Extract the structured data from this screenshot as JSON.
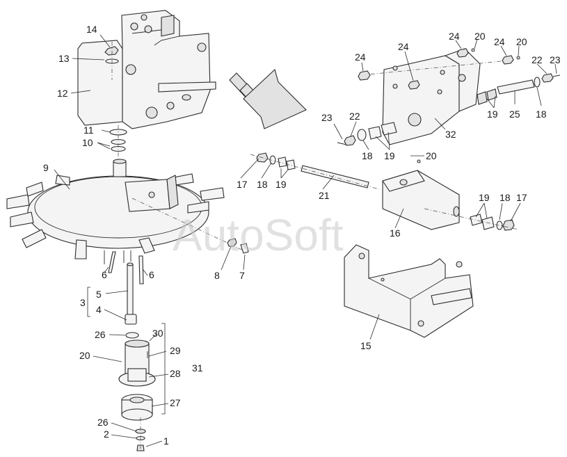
{
  "watermark": "AutoSoft",
  "labels": [
    "1",
    "2",
    "3",
    "4",
    "5",
    "6",
    "6",
    "7",
    "8",
    "9",
    "10",
    "11",
    "12",
    "13",
    "14",
    "15",
    "16",
    "17",
    "17",
    "18",
    "18",
    "18",
    "18",
    "19",
    "19",
    "19",
    "19",
    "20",
    "20",
    "20",
    "20",
    "21",
    "22",
    "22",
    "23",
    "23",
    "24",
    "24",
    "24",
    "24",
    "25",
    "26",
    "26",
    "27",
    "28",
    "29",
    "30",
    "31",
    "32"
  ]
}
